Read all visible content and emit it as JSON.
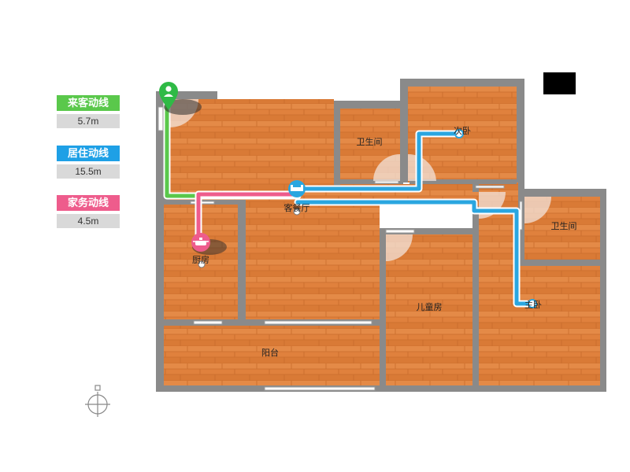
{
  "legend": [
    {
      "label": "来客动线",
      "value": "5.7m",
      "color": "#5ac84b"
    },
    {
      "label": "居住动线",
      "value": "15.5m",
      "color": "#1ea0e6"
    },
    {
      "label": "家务动线",
      "value": "4.5m",
      "color": "#ee5c8c"
    }
  ],
  "rooms": {
    "bath_top": "卫生间",
    "second_bedroom": "次卧",
    "living_dining": "客餐厅",
    "bath_right": "卫生间",
    "kitchen": "厨房",
    "kids_room": "儿童房",
    "master_bedroom": "主卧",
    "balcony": "阳台"
  },
  "colors": {
    "wall": "#8a8a8a",
    "floor": "#e0813d",
    "guest_path": "#5ac84b",
    "living_path": "#2aa6e0",
    "chore_path": "#ee5c8c"
  }
}
